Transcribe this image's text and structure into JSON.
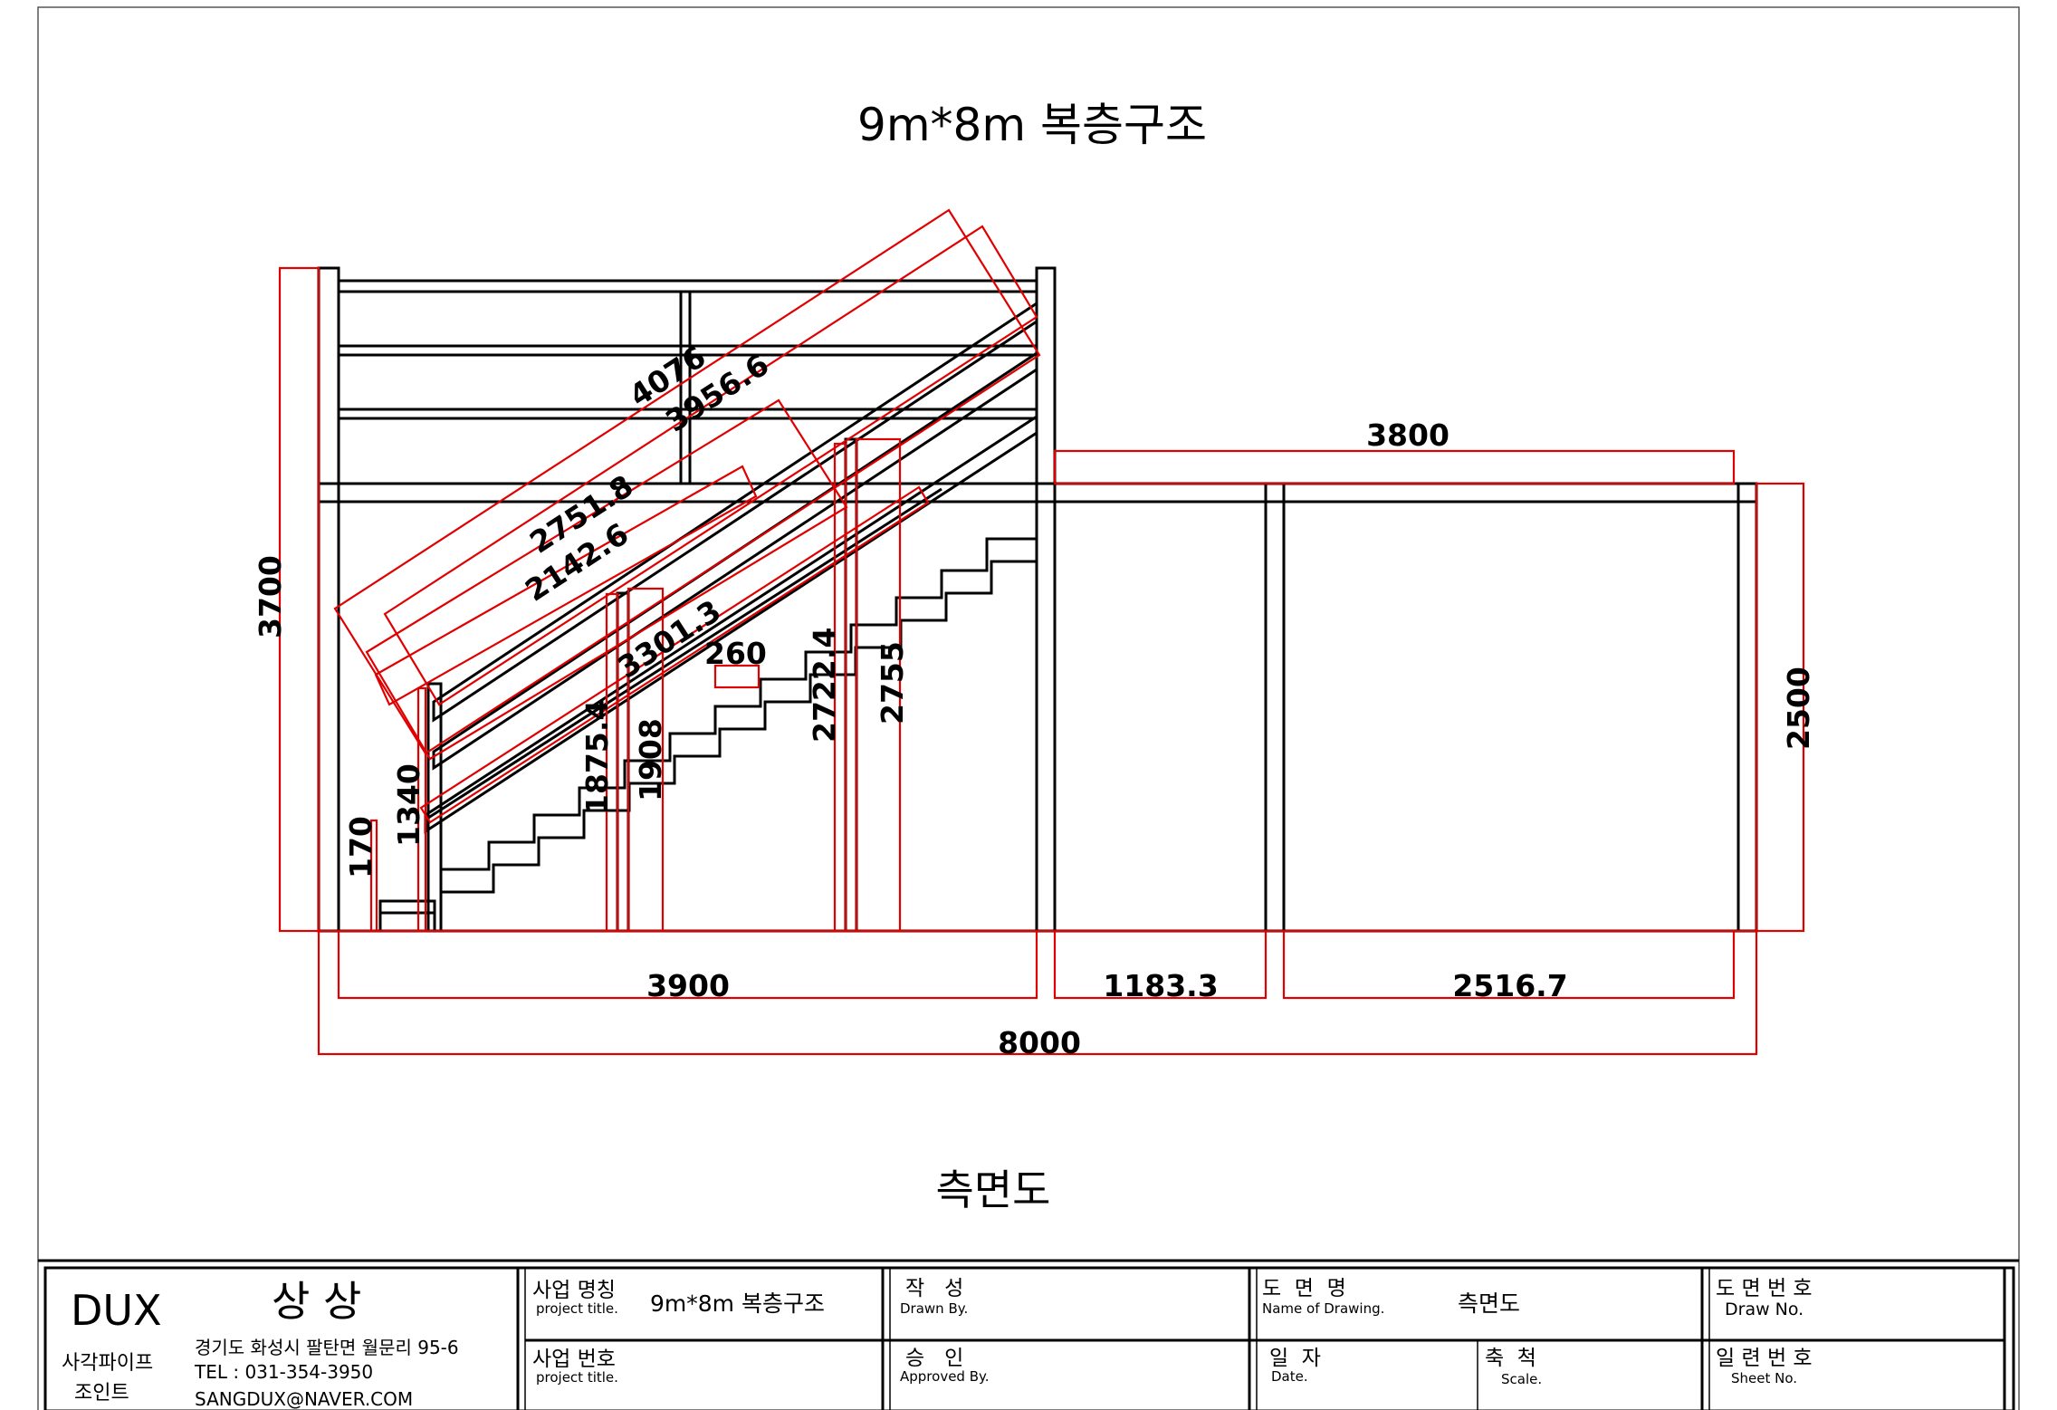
{
  "drawing": {
    "title": "9m*8m 복층구조",
    "view_caption": "측면도",
    "dimensions": {
      "d4076": "4076",
      "d3956_6": "3956.6",
      "d2751_8": "2751.8",
      "d2142_6": "2142.6",
      "d3301_3": "3301.3",
      "d260": "260",
      "d2722_4": "2722.4",
      "d2755": "2755",
      "d3800": "3800",
      "d3700": "3700",
      "d2500": "2500",
      "d170": "170",
      "d1340": "1340",
      "d1875_4": "1875.4",
      "d1908": "1908",
      "d3900": "3900",
      "d1183_3": "1183.3",
      "d2516_7": "2516.7",
      "d8000": "8000"
    }
  },
  "title_block": {
    "company_name": "DUX",
    "company_name_ko": "상 상",
    "company_type_line1": "사각파이프",
    "company_type_line2": "조인트",
    "address": "경기도 화성시 팔탄면 월문리 95-6",
    "tel": "TEL : 031-354-3950",
    "email": "SANGDUX@NAVER.COM",
    "project_name_label": "사업 명칭",
    "project_name_label_en": "project title.",
    "project_name_value": "9m*8m 복층구조",
    "project_no_label": "사업 번호",
    "project_no_label_en": "project title.",
    "drawn_label": "작   성",
    "drawn_label_en": "Drawn By.",
    "approved_label": "승   인",
    "approved_label_en": "Approved By.",
    "drawing_name_label": "도  면  명",
    "drawing_name_label_en": "Name of Drawing.",
    "drawing_name_value": "측면도",
    "date_label": "일  자",
    "date_label_en": "Date.",
    "scale_label": "축  척",
    "scale_label_en": "Scale.",
    "draw_no_label": "도 면 번 호",
    "draw_no_label_en": "Draw No.",
    "sheet_no_label": "일 련 번 호",
    "sheet_no_label_en": "Sheet No."
  },
  "colors": {
    "structure": "#000000",
    "dimension": "#e00000"
  }
}
